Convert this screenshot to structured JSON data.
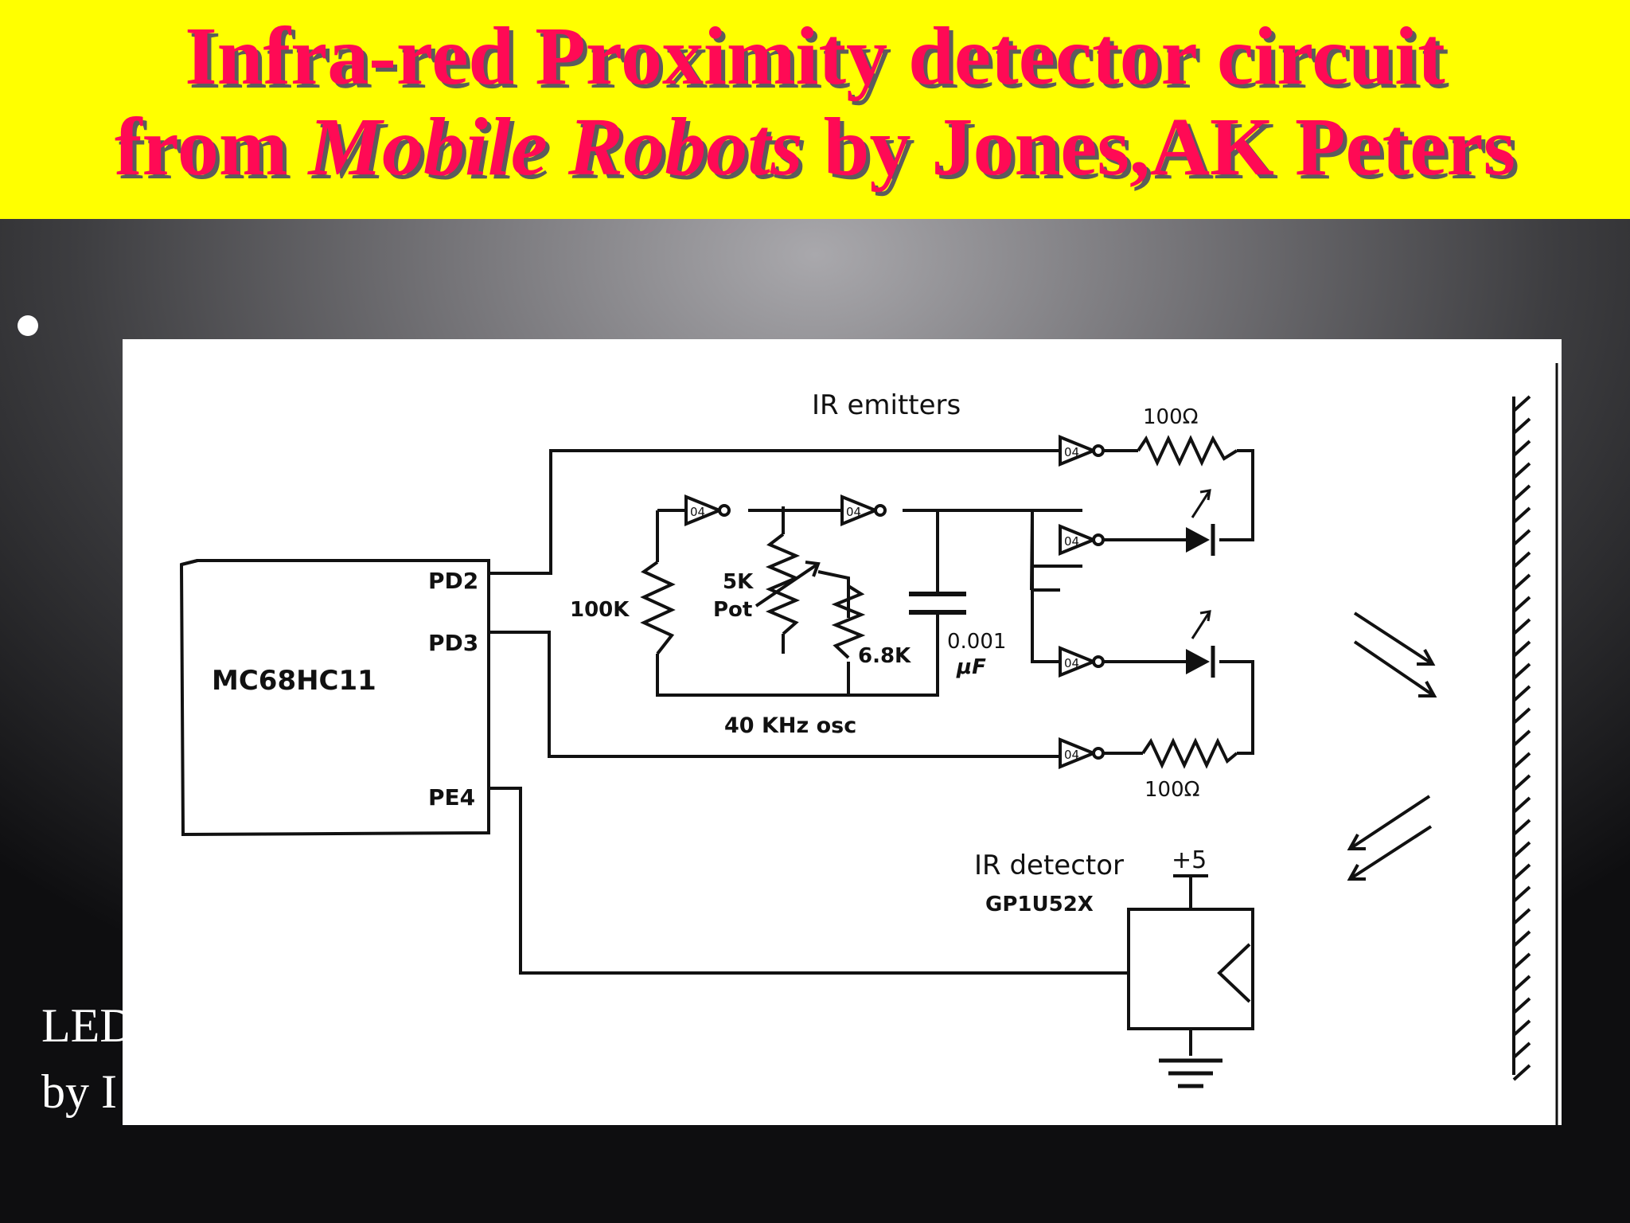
{
  "slide": {
    "title_line1": "Infra-red Proximity detector circuit",
    "title_line2_pre": "from ",
    "title_line2_italic": "Mobile Robots",
    "title_line2_post": " by Jones,AK Peters",
    "caption_line1_visible": "LED",
    "caption_line2_visible": "by I",
    "colors": {
      "banner": "#ffff00",
      "title": "#ff0a55"
    }
  },
  "schematic": {
    "mcu_label": "MC68HC11",
    "pins": [
      "PD2",
      "PD3",
      "PE4"
    ],
    "emitters_label": "IR emitters",
    "resistor_top": "100Ω",
    "resistor_bottom": "100Ω",
    "resistor_100k": "100K",
    "pot_line1": "5K",
    "pot_line2": "Pot",
    "resistor_6k8": "6.8K",
    "capacitor_line1": "0.001",
    "capacitor_line2": "μF",
    "oscillator_label": "40 KHz osc",
    "detector_label": "IR detector",
    "detector_part": "GP1U52X",
    "supply_label": "+5",
    "inverter_label": "04"
  }
}
